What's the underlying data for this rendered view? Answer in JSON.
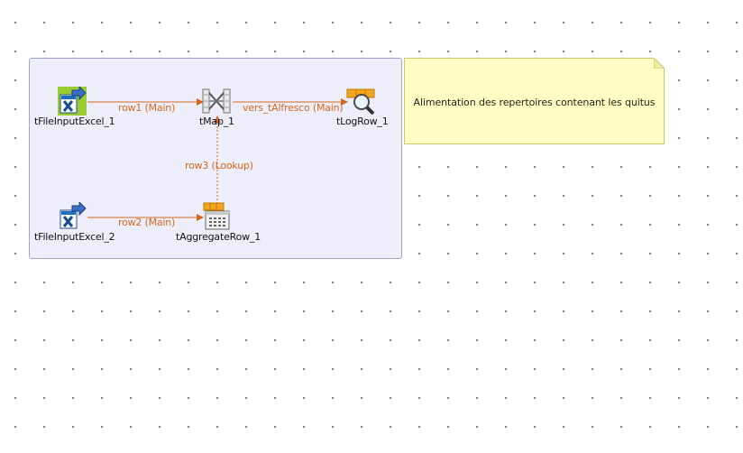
{
  "components": {
    "tfileinputexcel_1": {
      "label": "tFileInputExcel_1",
      "icon": "excel-input-icon"
    },
    "tmap_1": {
      "label": "tMap_1",
      "icon": "tmap-icon"
    },
    "tlogrow_1": {
      "label": "tLogRow_1",
      "icon": "log-row-icon"
    },
    "tfileinputexcel_2": {
      "label": "tFileInputExcel_2",
      "icon": "excel-input-icon"
    },
    "taggregaterow_1": {
      "label": "tAggregateRow_1",
      "icon": "aggregate-row-icon"
    }
  },
  "links": {
    "row1": "row1 (Main)",
    "vers_talfresco": "vers_tAlfresco (Main)",
    "row2": "row2 (Main)",
    "row3": "row3 (Lookup)"
  },
  "note": {
    "text": "Alimentation des repertoires contenant les quitus"
  },
  "colors": {
    "link": "#d2691e",
    "subjob_bg": "#eeeefa",
    "subjob_border": "#a3a3c9",
    "note_bg": "#ffffc4"
  }
}
